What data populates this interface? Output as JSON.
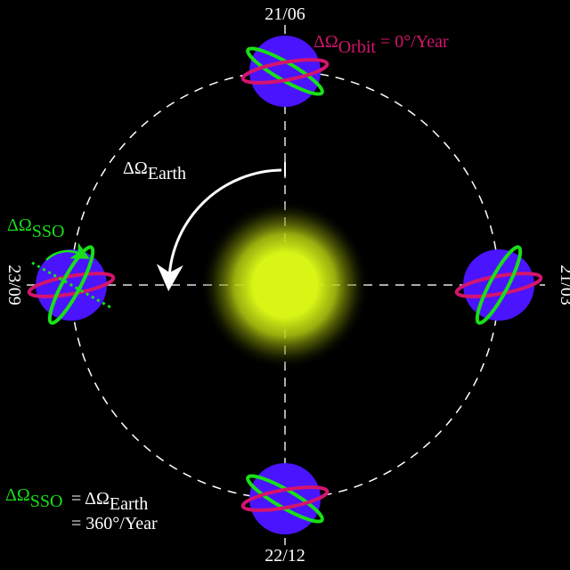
{
  "labels": {
    "date_top": "21/06",
    "date_bottom": "22/12",
    "date_left": "23/09",
    "date_right": "21/03",
    "orbit_delta_prefix": "ΔΩ",
    "orbit_delta_sub": "Orbit",
    "orbit_delta_suffix": " = 0°/Year",
    "earth_delta_prefix": "ΔΩ",
    "earth_delta_sub": "Earth",
    "sso_delta_prefix": "ΔΩ",
    "sso_delta_sub": "SSO",
    "eq_lhs_prefix": "ΔΩ",
    "eq_lhs_sub": "SSO",
    "eq_mid_prefix": "= ΔΩ",
    "eq_mid_sub": "Earth",
    "eq_rhs": "= 360°/Year"
  },
  "colors": {
    "background": "#000000",
    "earth": "#4a14ff",
    "orbit_ring": "#d4146e",
    "sso_ring": "#18e018",
    "sun_core": "#d8f516",
    "white": "#ffffff"
  }
}
